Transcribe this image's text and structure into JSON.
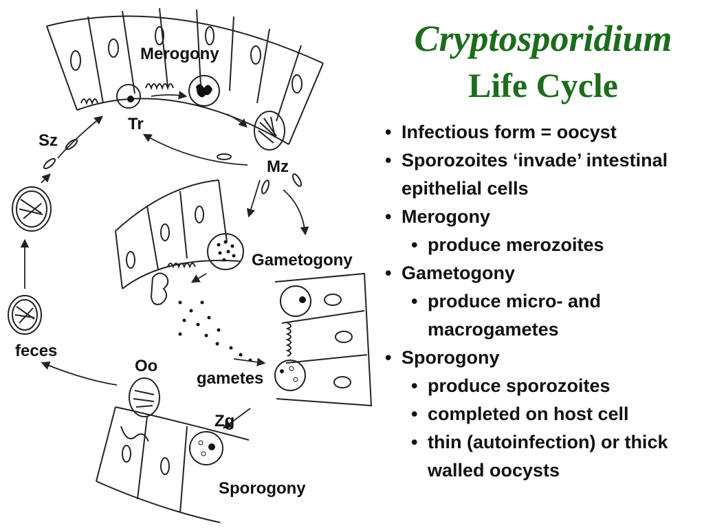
{
  "slide": {
    "title_line1": "Cryptosporidium",
    "title_line2": "Life Cycle",
    "accent_color": "#1d6b1d"
  },
  "diagram": {
    "labels": {
      "merogony": "Merogony",
      "tr": "Tr",
      "sz": "Sz",
      "mz": "Mz",
      "gametogony": "Gametogony",
      "feces": "feces",
      "oo": "Oo",
      "gametes": "gametes",
      "zg": "Zg",
      "sporogony": "Sporogony"
    }
  },
  "bullets": [
    {
      "level": 1,
      "text": "Infectious form = oocyst"
    },
    {
      "level": 1,
      "text": "Sporozoites ‘invade’ intestinal epithelial cells"
    },
    {
      "level": 1,
      "text": "Merogony"
    },
    {
      "level": 2,
      "text": "produce merozoites"
    },
    {
      "level": 1,
      "text": "Gametogony"
    },
    {
      "level": 2,
      "text": "produce micro- and macrogametes"
    },
    {
      "level": 1,
      "text": "Sporogony"
    },
    {
      "level": 2,
      "text": "produce sporozoites"
    },
    {
      "level": 2,
      "text": "completed on host cell"
    },
    {
      "level": 2,
      "text": "thin (autoinfection) or thick walled oocysts"
    }
  ]
}
